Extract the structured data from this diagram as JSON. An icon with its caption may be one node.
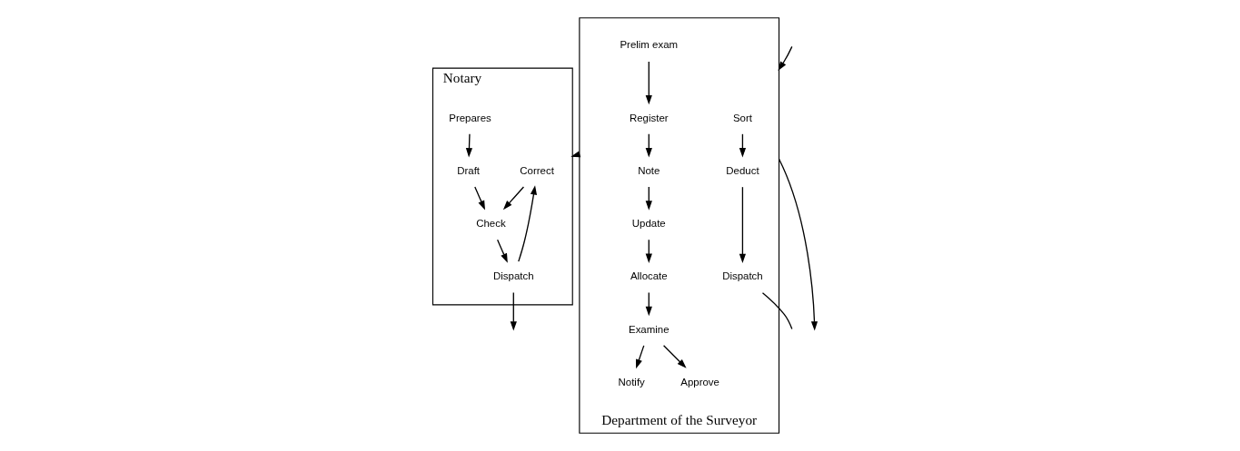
{
  "diagram": {
    "nodes": [
      {
        "text": [
          "Notary"
        ]
      },
      {
        "text": [
          "Correct"
        ],
        "in": 0
      },
      {
        "text": [
          "Check"
        ],
        "in": 0
      },
      {
        "text": [
          "Draft"
        ],
        "in": 0
      },
      {
        "text": [
          "Dispatch"
        ],
        "in": 0
      },
      {
        "text": [
          "Prepares"
        ],
        "in": 0
      },
      {
        "text": [
          "Department of the Surveyor"
        ]
      },
      {
        "text": [
          "Sort"
        ],
        "in": 6
      },
      {
        "text": [
          "Notify"
        ],
        "in": 6
      },
      {
        "text": [
          "Prelim exam"
        ],
        "in": 6
      },
      {
        "text": [
          "Examine"
        ],
        "in": 6
      },
      {
        "text": [
          "Register"
        ],
        "in": 6
      },
      {
        "text": [
          "Deduct"
        ],
        "in": 6
      },
      {
        "text": [
          "Allocate"
        ],
        "in": 6
      },
      {
        "text": [
          "Note"
        ],
        "in": 6
      },
      {
        "text": [
          "Approve"
        ],
        "in": 6
      },
      {
        "text": [
          "Dispatch"
        ],
        "in": 6
      },
      {
        "text": [
          "Update"
        ],
        "in": 6
      }
    ],
    "edges": [
      {
        "from": 1,
        "to": 2,
        "arrow": "to"
      },
      {
        "from": 3,
        "to": 2,
        "arrow": "to"
      },
      {
        "from": 2,
        "to": 4,
        "arrow": "to"
      },
      {
        "from": 5,
        "to": 3,
        "arrow": "to"
      },
      {
        "from": 4,
        "to": null,
        "arrow": "to"
      },
      {
        "from": 4,
        "to": 1,
        "arrow": "to"
      },
      {
        "from": 6,
        "to": 0,
        "arrow": "to"
      },
      {
        "from": 7,
        "to": 12,
        "arrow": "to"
      },
      {
        "from": 12,
        "to": 16,
        "arrow": "to"
      },
      {
        "from": 10,
        "to": 15,
        "arrow": "to"
      },
      {
        "from": 13,
        "to": 10,
        "arrow": "to"
      },
      {
        "from": 10,
        "to": 8,
        "arrow": "to"
      },
      {
        "from": 17,
        "to": 13,
        "arrow": "to"
      },
      {
        "from": 9,
        "to": 11,
        "arrow": "to"
      },
      {
        "from": 11,
        "to": 14,
        "arrow": "to"
      },
      {
        "from": 14,
        "to": 17,
        "arrow": "to"
      },
      {
        "from": 6,
        "to": null,
        "arrow": "to"
      },
      {
        "from": null,
        "to": 6,
        "arrow": "to"
      },
      {
        "from": 16,
        "to": null,
        "arrow": "none"
      }
    ]
  }
}
